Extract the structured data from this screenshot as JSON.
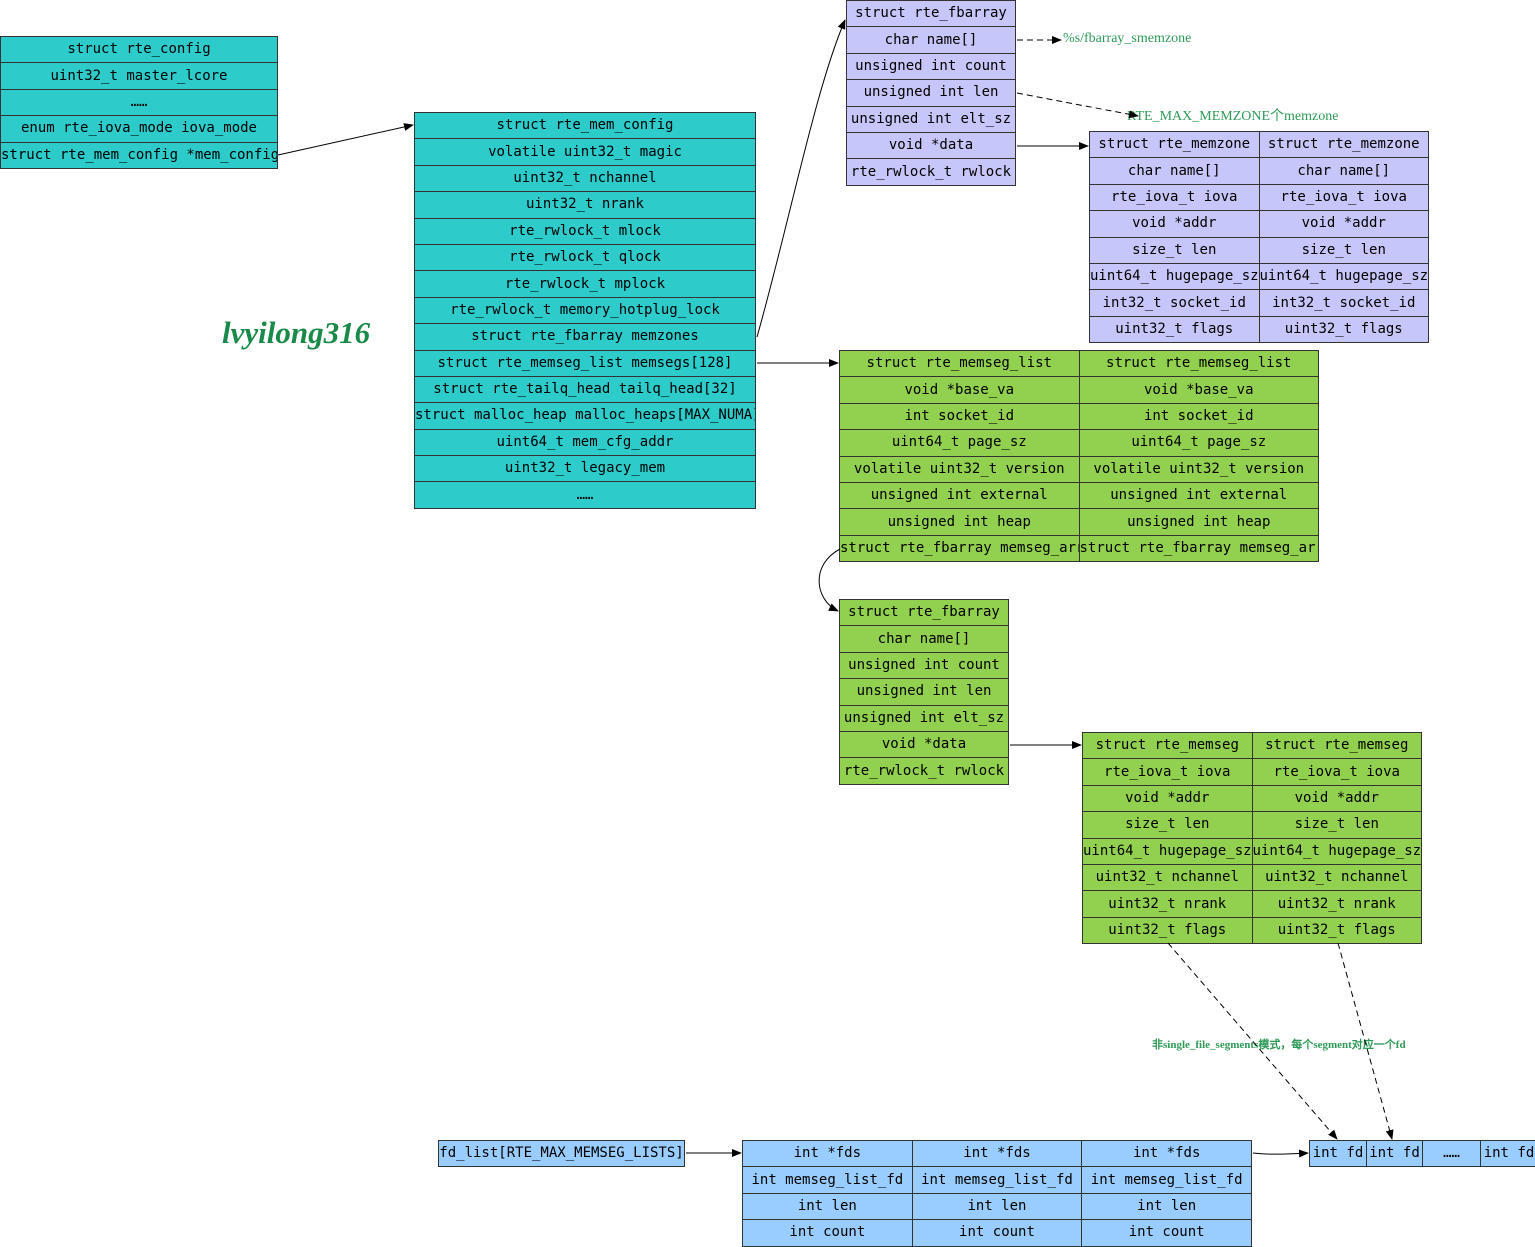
{
  "watermark": "lvyilong316",
  "rte_config": [
    "struct rte_config",
    "uint32_t master_lcore",
    "……",
    "enum rte_iova_mode iova_mode",
    "struct rte_mem_config *mem_config"
  ],
  "rte_mem_config": [
    "struct rte_mem_config",
    "volatile uint32_t magic",
    "uint32_t nchannel",
    "uint32_t nrank",
    "rte_rwlock_t mlock",
    "rte_rwlock_t qlock",
    "rte_rwlock_t mplock",
    "rte_rwlock_t memory_hotplug_lock",
    "struct rte_fbarray memzones",
    "struct rte_memseg_list memsegs[128]",
    "struct rte_tailq_head tailq_head[32]",
    "struct malloc_heap malloc_heaps[MAX_NUMA]",
    "uint64_t mem_cfg_addr",
    "uint32_t legacy_mem",
    "……"
  ],
  "fbarray_top": [
    "struct rte_fbarray",
    "char name[]",
    "unsigned int count",
    "unsigned int len",
    "unsigned int elt_sz",
    "void *data",
    "rte_rwlock_t rwlock"
  ],
  "memzone_fields": [
    "struct rte_memzone",
    "char name[]",
    "rte_iova_t iova",
    "void *addr",
    "size_t len",
    "uint64_t hugepage_sz",
    "int32_t socket_id",
    "uint32_t flags"
  ],
  "memseg_list_fields": [
    "struct rte_memseg_list",
    "void *base_va",
    "int socket_id",
    "uint64_t page_sz",
    "volatile uint32_t version",
    "unsigned int external",
    "unsigned int heap",
    "struct rte_fbarray memseg_arr"
  ],
  "fbarray_mid": [
    "struct rte_fbarray",
    "char name[]",
    "unsigned int count",
    "unsigned int len",
    "unsigned int elt_sz",
    "void *data",
    "rte_rwlock_t rwlock"
  ],
  "memseg_fields": [
    "struct rte_memseg",
    "rte_iova_t iova",
    "void *addr",
    "size_t len",
    "uint64_t hugepage_sz",
    "uint32_t nchannel",
    "uint32_t nrank",
    "uint32_t flags"
  ],
  "fd_list_label": "fd_list[RTE_MAX_MEMSEG_LISTS]",
  "fd_entry_fields": [
    "int *fds",
    "int memseg_list_fd",
    "int len",
    "int count"
  ],
  "fd_array": [
    "int fd",
    "int fd",
    "……",
    "int fd"
  ],
  "notes": {
    "smemzone": "%s/fbarray_smemzone",
    "max_memzone": "RTE_MAX_MEMZONE个memzone",
    "fd_note": "非single_file_segments模式，每个segment对应一个fd"
  },
  "colors": {
    "teal": "#2ecbcb",
    "lavender": "#c6c6fa",
    "green": "#92d050",
    "blue": "#99ccff",
    "note": "#2e9a58"
  }
}
